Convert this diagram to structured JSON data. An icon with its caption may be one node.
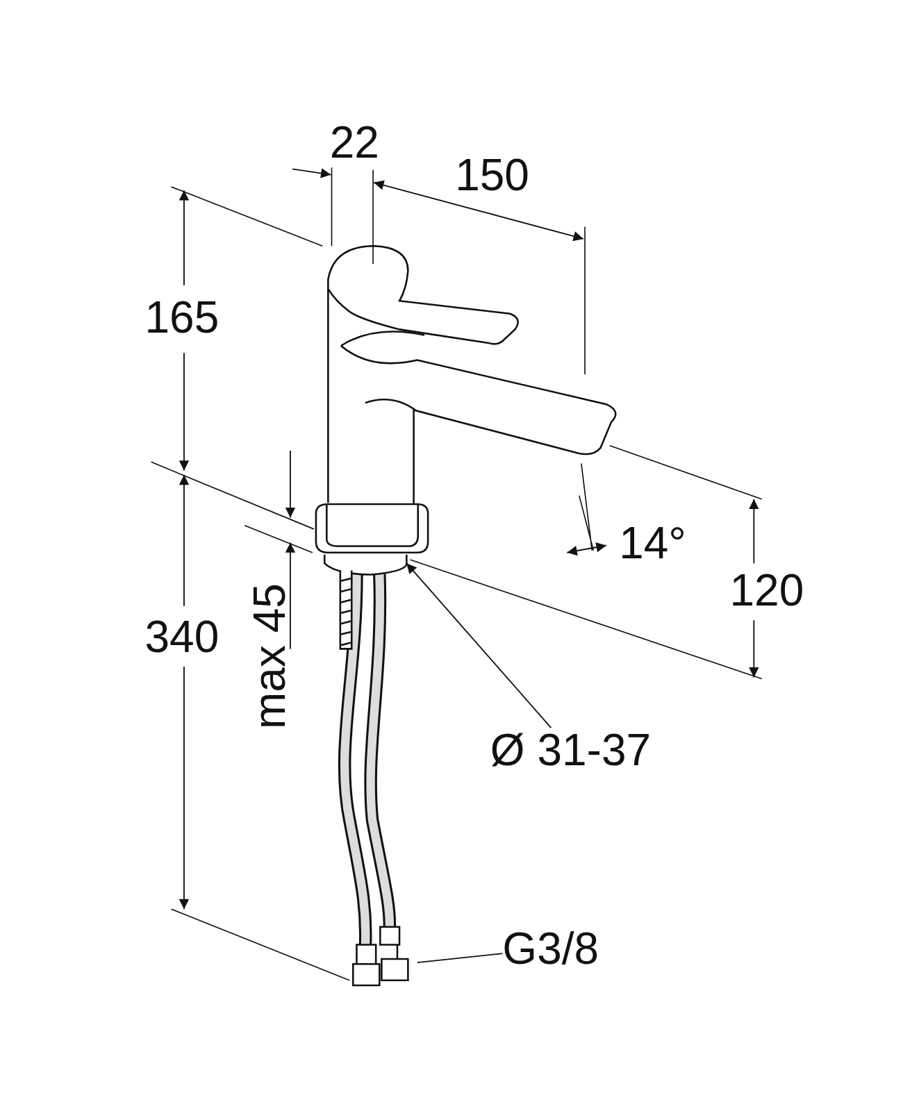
{
  "diagram": {
    "nodes": [
      {
        "text": [
          "Ø 31-37"
        ]
      },
      {
        "text": [
          "G3/8"
        ]
      }
    ],
    "edges": [
      {
        "from": 0,
        "to": null,
        "arrow": "to"
      },
      {
        "from": 1,
        "to": null,
        "arrow": "none"
      }
    ],
    "labels": [
      "22",
      "150",
      "165",
      "14°",
      "120",
      "340",
      "max 45"
    ]
  }
}
